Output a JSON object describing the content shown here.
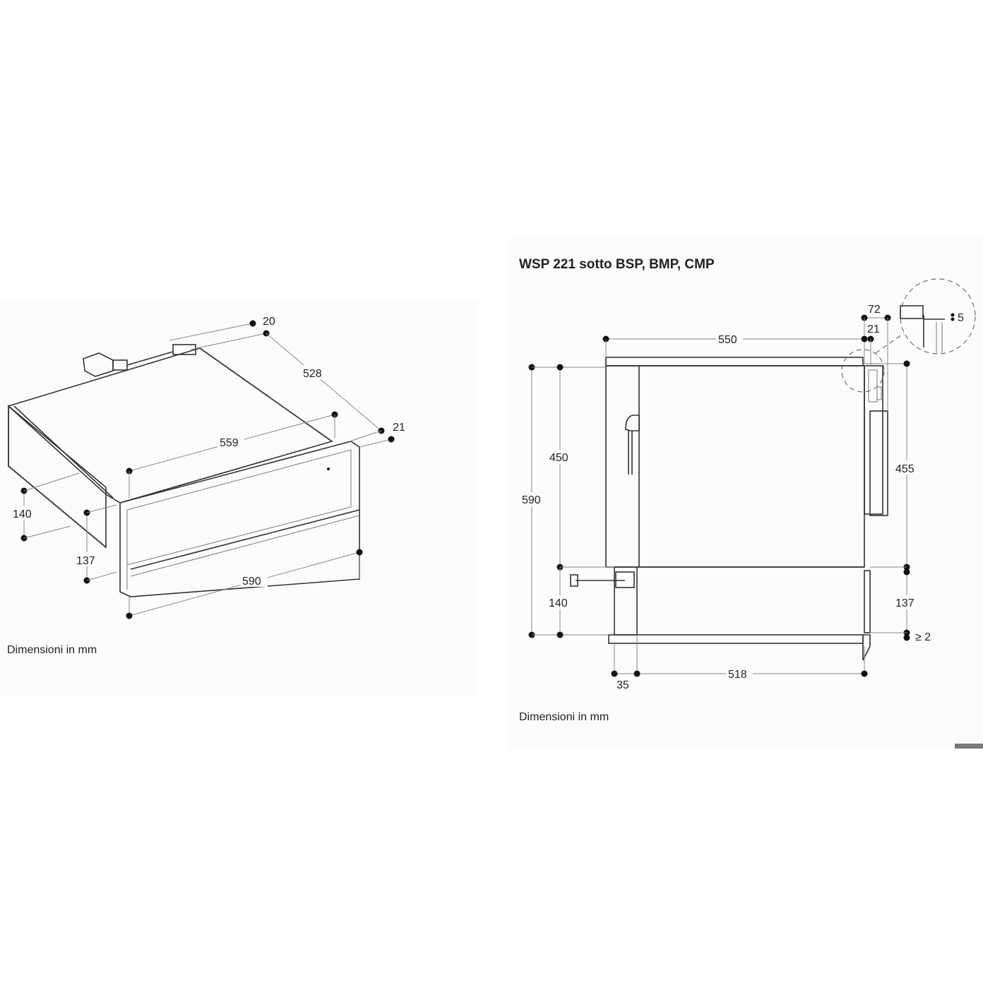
{
  "left_view": {
    "dims": {
      "d20": "20",
      "d528": "528",
      "d21": "21",
      "d559": "559",
      "d140": "140",
      "d137": "137",
      "d590": "590"
    },
    "note": "Dimensioni in mm"
  },
  "right_view": {
    "title": "WSP 221 sotto BSP, BMP, CMP",
    "dims": {
      "d72": "72",
      "d21": "21",
      "d5": "5",
      "d550": "550",
      "d450": "450",
      "d590": "590",
      "d455": "455",
      "d140": "140",
      "d137": "137",
      "d2": "≥ 2",
      "d35": "35",
      "d518": "518"
    },
    "note": "Dimensioni in mm"
  }
}
